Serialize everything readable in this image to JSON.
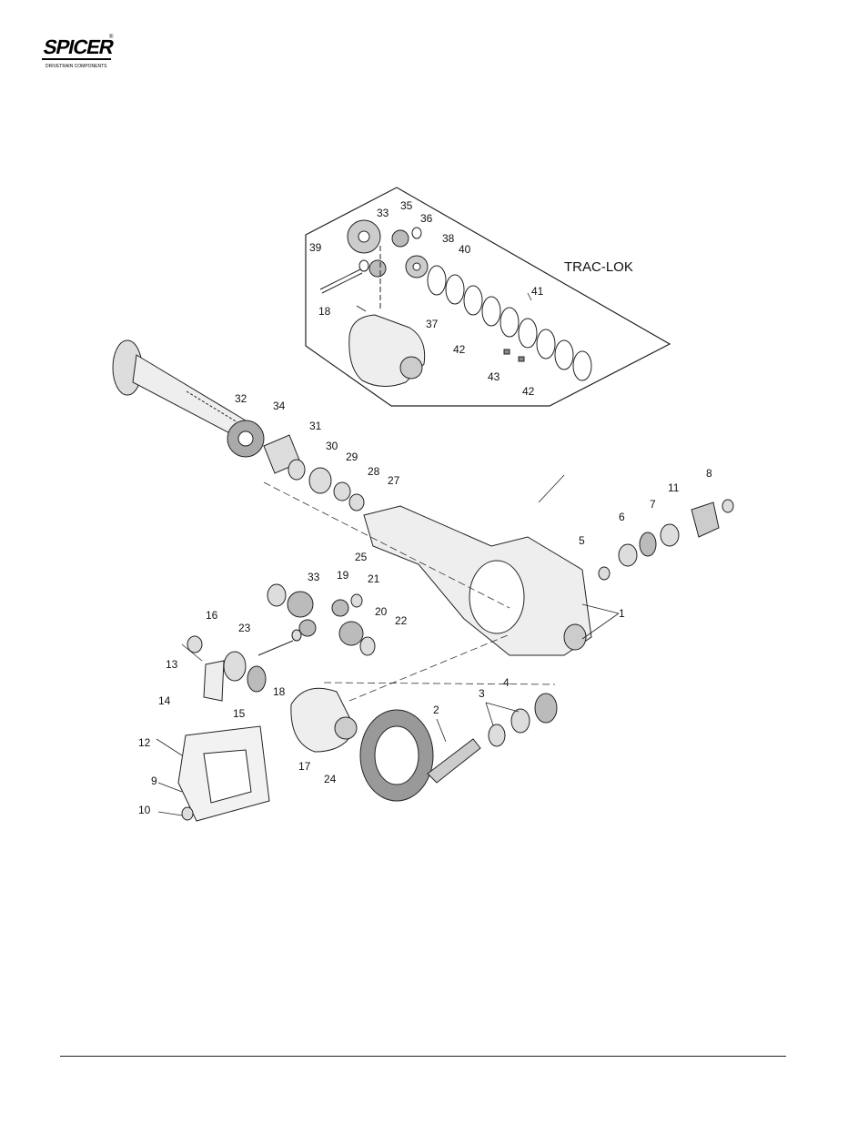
{
  "logo": {
    "brand": "SPICER",
    "tagline": "DRIVETRAIN COMPONENTS",
    "mark": "®"
  },
  "inset_label": "TRAC-LOK",
  "callouts": [
    "1",
    "2",
    "3",
    "4",
    "5",
    "6",
    "7",
    "8",
    "9",
    "10",
    "11",
    "12",
    "13",
    "14",
    "15",
    "16",
    "17",
    "18",
    "18",
    "19",
    "20",
    "21",
    "22",
    "23",
    "24",
    "25",
    "27",
    "28",
    "29",
    "30",
    "31",
    "32",
    "33",
    "33",
    "34",
    "35",
    "36",
    "37",
    "38",
    "39",
    "40",
    "41",
    "42",
    "42",
    "43"
  ],
  "colors": {
    "line": "#1a1a1a",
    "fill_dark": "#555555",
    "fill_mid": "#999999",
    "fill_light": "#dddddd"
  }
}
